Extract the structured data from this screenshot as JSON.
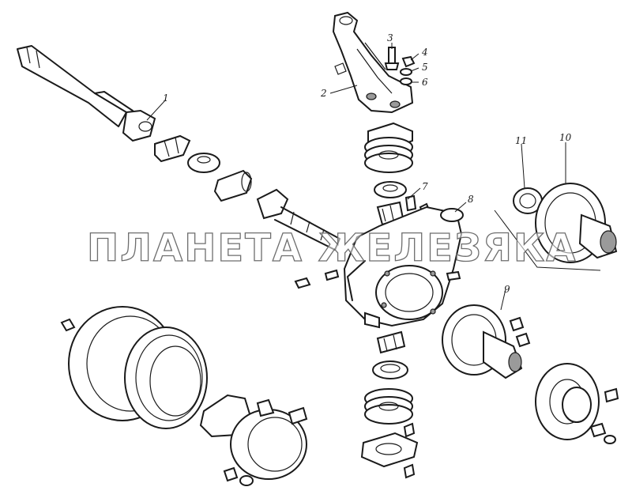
{
  "diagram": {
    "callouts": [
      {
        "id": "c1",
        "label": "1"
      },
      {
        "id": "c2",
        "label": "2"
      },
      {
        "id": "c3",
        "label": "3"
      },
      {
        "id": "c4",
        "label": "4"
      },
      {
        "id": "c5",
        "label": "5"
      },
      {
        "id": "c6",
        "label": "6"
      },
      {
        "id": "c7",
        "label": "7"
      },
      {
        "id": "c8",
        "label": "8"
      },
      {
        "id": "c9",
        "label": "9"
      },
      {
        "id": "c10",
        "label": "10"
      },
      {
        "id": "c11",
        "label": "11"
      }
    ],
    "watermark": "ПЛАНЕТА ЖЕЛЕЗЯКА"
  }
}
